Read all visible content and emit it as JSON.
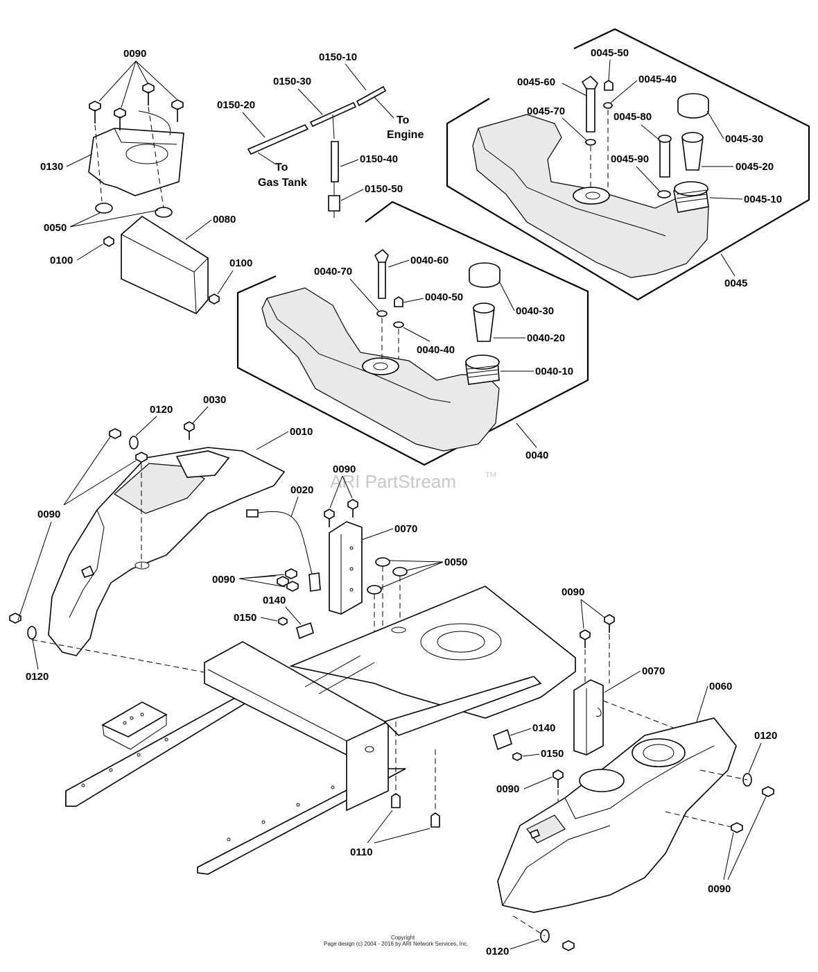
{
  "watermark": {
    "text": "ARI PartStream",
    "trademark": "TM"
  },
  "copyright": {
    "line1": "Copyright",
    "line2": "Page design (c) 2004 - 2016 by ARI Network Services, Inc."
  },
  "labels": {
    "l0090_top": "0090",
    "l0130": "0130",
    "l0050_top": "0050",
    "l0080": "0080",
    "l0100_left": "0100",
    "l0100_right": "0100",
    "l0150_10": "0150-10",
    "l0150_30": "0150-30",
    "l0150_20": "0150-20",
    "to_engine_1": "To",
    "to_engine_2": "Engine",
    "to_gas_1": "To",
    "to_gas_2": "Gas Tank",
    "l0150_40": "0150-40",
    "l0150_50": "0150-50",
    "l0045_50": "0045-50",
    "l0045_60": "0045-60",
    "l0045_40": "0045-40",
    "l0045_70": "0045-70",
    "l0045_80": "0045-80",
    "l0045_30": "0045-30",
    "l0045_90": "0045-90",
    "l0045_20": "0045-20",
    "l0045_10": "0045-10",
    "l0045": "0045",
    "l0040_60": "0040-60",
    "l0040_70": "0040-70",
    "l0040_50": "0040-50",
    "l0040_30": "0040-30",
    "l0040_20": "0040-20",
    "l0040_40": "0040-40",
    "l0040_10": "0040-10",
    "l0040": "0040",
    "l0120_a": "0120",
    "l0030": "0030",
    "l0010": "0010",
    "l0090_left": "0090",
    "l0020": "0020",
    "l0090_mid": "0090",
    "l0070_mid": "0070",
    "l0050_mid": "0050",
    "l0090_cluster": "0090",
    "l0140_mid": "0140",
    "l0150_mid": "0150",
    "l0120_left": "0120",
    "l0090_right": "0090",
    "l0070_right": "0070",
    "l0060": "0060",
    "l0120_right": "0120",
    "l0140_right": "0140",
    "l0150_right": "0150",
    "l0090_lower": "0090",
    "l0110": "0110",
    "l0090_bottom": "0090",
    "l0120_bottom": "0120"
  }
}
